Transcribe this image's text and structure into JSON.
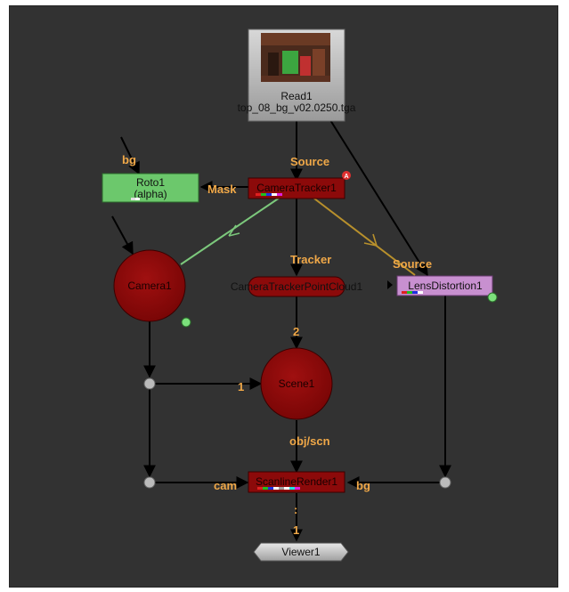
{
  "nodes": {
    "read": {
      "name": "Read1",
      "file": "top_08_bg_v02.0250.tga"
    },
    "camera_tracker": {
      "name": "CameraTracker1",
      "badge": "A"
    },
    "roto": {
      "name": "Roto1",
      "channel": "(alpha)"
    },
    "camera": {
      "name": "Camera1"
    },
    "point_cloud": {
      "name": "CameraTrackerPointCloud1"
    },
    "lens_distortion": {
      "name": "LensDistortion1"
    },
    "scene": {
      "name": "Scene1"
    },
    "scanline_render": {
      "name": "ScanlineRender1"
    },
    "viewer": {
      "name": "Viewer1"
    }
  },
  "edges": {
    "source_into_tracker": "Source",
    "bg_into_roto": "bg",
    "mask": "Mask",
    "tracker_output": "Tracker",
    "source_into_lens": "Source",
    "scene_input_2": "2",
    "scene_input_1": "1",
    "obj_scn": "obj/scn",
    "cam": "cam",
    "bg_into_render": "bg",
    "viewer_colon": ":",
    "viewer_input_1": "1"
  },
  "colors": {
    "canvas": "#323232",
    "node_red": "#8c0a0a",
    "roto_green": "#6cc86c",
    "lens_purple": "#c890d0",
    "label_orange": "#f0a848",
    "camera_link_green": "#7cc87c",
    "lens_link_gold": "#b8902c"
  }
}
